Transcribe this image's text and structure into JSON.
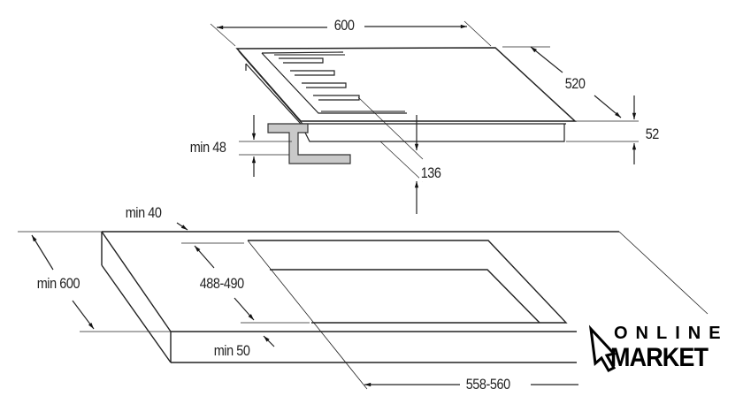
{
  "dimensions": {
    "hob_width": "600",
    "hob_depth": "520",
    "hob_height": "52",
    "bracket_min": "min 48",
    "clearance": "136",
    "back_min": "min 40",
    "counter_depth": "min 600",
    "cutout_depth": "488-490",
    "front_min": "min 50",
    "cutout_width": "558-560"
  },
  "logo": {
    "line1": "ONLINE",
    "line2": "MARKET"
  }
}
